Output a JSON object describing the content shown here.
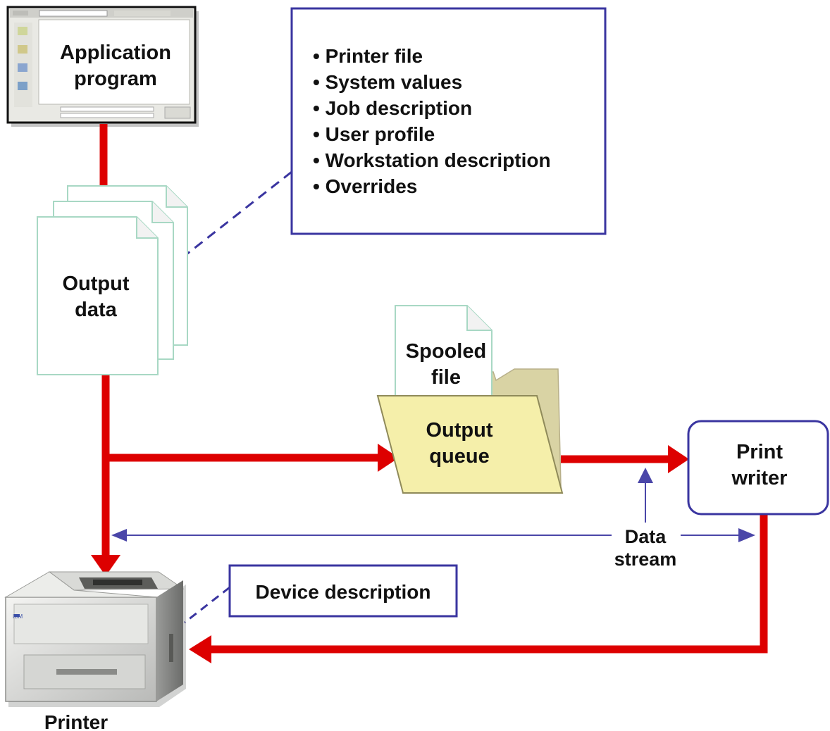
{
  "colors": {
    "flow_arrow": "#dd0000",
    "box_border": "#3a35a0",
    "data_stream_arrow": "#4a46a8",
    "folder_fill": "#f5efaa",
    "folder_back": "#d9d3a4",
    "document_outline": "#a8d8c4"
  },
  "application_program": {
    "line1": "Application",
    "line2": "program"
  },
  "attributes_box": {
    "items": [
      "Printer file",
      "System values",
      "Job description",
      "User profile",
      "Workstation description",
      "Overrides"
    ]
  },
  "output_data": {
    "line1": "Output",
    "line2": "data"
  },
  "spooled_file": {
    "line1": "Spooled",
    "line2": "file"
  },
  "output_queue": {
    "line1": "Output",
    "line2": "queue"
  },
  "print_writer": {
    "line1": "Print",
    "line2": "writer"
  },
  "data_stream": {
    "line1": "Data",
    "line2": "stream"
  },
  "device_description": {
    "label": "Device description"
  },
  "printer": {
    "label": "Printer",
    "brand": "IBM"
  },
  "icons": {
    "application_window": "application-window-icon",
    "output_documents": "document-stack-icon",
    "spooled_document": "document-icon",
    "output_queue": "folder-icon",
    "printer": "printer-icon"
  }
}
